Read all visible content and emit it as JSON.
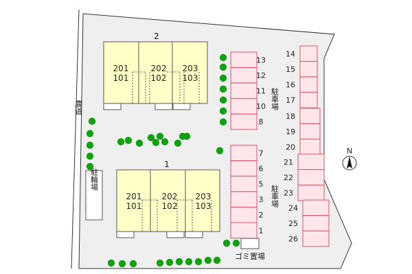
{
  "buildings": [
    {
      "name": "2",
      "units": [
        {
          "top": "201",
          "bottom": "101"
        },
        {
          "top": "202",
          "bottom": "102"
        },
        {
          "top": "203",
          "bottom": "103"
        }
      ]
    },
    {
      "name": "1",
      "units": [
        {
          "top": "201",
          "bottom": "101"
        },
        {
          "top": "202",
          "bottom": "102"
        },
        {
          "top": "203",
          "bottom": "103"
        }
      ]
    }
  ],
  "parking": {
    "label": "駐車場",
    "upper_column": [
      "13",
      "12",
      "11",
      "10",
      "8"
    ],
    "lower_column": [
      "7",
      "6",
      "5",
      "3",
      "2",
      "1"
    ],
    "right_groups": [
      [
        "14",
        "15",
        "16",
        "17"
      ],
      [
        "18",
        "19",
        "20"
      ],
      [
        "21",
        "22",
        "23"
      ],
      [
        "24",
        "25",
        "26"
      ]
    ]
  },
  "labels": {
    "farm_road": "農道",
    "bicycle_parking": "駐輪場",
    "garbage": "ゴミ置場",
    "north": "N"
  },
  "colors": {
    "lot": "#efefef",
    "building": "#ffffc8",
    "parking_fill": "#ffe6ea",
    "parking_stroke": "#e0506a",
    "tree": "#10a010"
  }
}
